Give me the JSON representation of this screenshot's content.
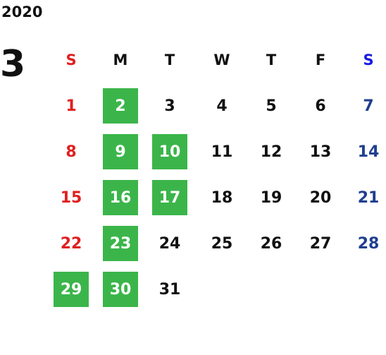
{
  "calendar": {
    "year": "2020",
    "month": "3",
    "weekdays": [
      "S",
      "M",
      "T",
      "W",
      "T",
      "F",
      "S"
    ],
    "weeks": [
      [
        {
          "d": "1",
          "hl": false
        },
        {
          "d": "2",
          "hl": true
        },
        {
          "d": "3",
          "hl": false
        },
        {
          "d": "4",
          "hl": false
        },
        {
          "d": "5",
          "hl": false
        },
        {
          "d": "6",
          "hl": false
        },
        {
          "d": "7",
          "hl": false
        }
      ],
      [
        {
          "d": "8",
          "hl": false
        },
        {
          "d": "9",
          "hl": true
        },
        {
          "d": "10",
          "hl": true
        },
        {
          "d": "11",
          "hl": false
        },
        {
          "d": "12",
          "hl": false
        },
        {
          "d": "13",
          "hl": false
        },
        {
          "d": "14",
          "hl": false
        }
      ],
      [
        {
          "d": "15",
          "hl": false
        },
        {
          "d": "16",
          "hl": true
        },
        {
          "d": "17",
          "hl": true
        },
        {
          "d": "18",
          "hl": false
        },
        {
          "d": "19",
          "hl": false
        },
        {
          "d": "20",
          "hl": false
        },
        {
          "d": "21",
          "hl": false
        }
      ],
      [
        {
          "d": "22",
          "hl": false
        },
        {
          "d": "23",
          "hl": true
        },
        {
          "d": "24",
          "hl": false
        },
        {
          "d": "25",
          "hl": false
        },
        {
          "d": "26",
          "hl": false
        },
        {
          "d": "27",
          "hl": false
        },
        {
          "d": "28",
          "hl": false
        }
      ],
      [
        {
          "d": "29",
          "hl": true
        },
        {
          "d": "30",
          "hl": true
        },
        {
          "d": "31",
          "hl": false
        },
        {
          "d": "",
          "hl": false
        },
        {
          "d": "",
          "hl": false
        },
        {
          "d": "",
          "hl": false
        },
        {
          "d": "",
          "hl": false
        }
      ]
    ]
  },
  "colors": {
    "sunday": "#e02020",
    "saturday_header": "#1a1ae6",
    "saturday": "#1f3f8f",
    "weekday": "#111111",
    "highlight_bg": "#3bb54a",
    "highlight_text": "#ffffff"
  }
}
